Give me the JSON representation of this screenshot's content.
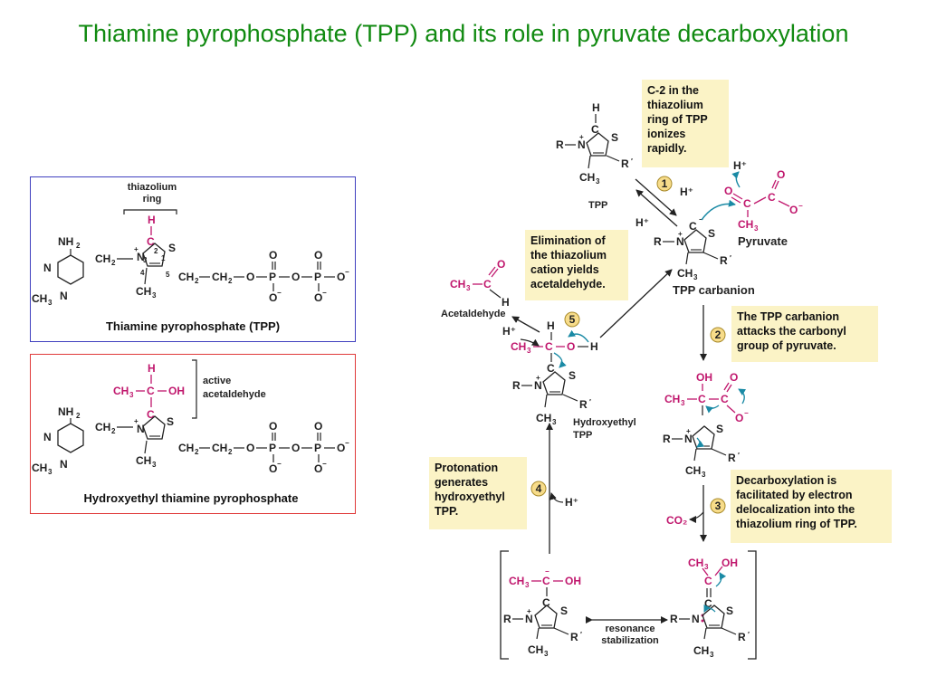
{
  "title": "Thiamine pyrophosphate (TPP) and its role in pyruvate decarboxylation",
  "colors": {
    "title": "#118a11",
    "box_fill": "#fbf3c6",
    "magenta": "#c0176d",
    "arrow_blue": "#1a8aa5",
    "frame_blue": "#3f3fbf",
    "frame_red": "#e03a3a"
  },
  "tpp_panel": {
    "ring_label_1": "thiazolium",
    "ring_label_2": "ring",
    "caption": "Thiamine pyrophosphate (TPP)"
  },
  "hetpp_panel": {
    "label_1": "active",
    "label_2": "acetaldehyde",
    "caption": "Hydroxyethyl thiamine pyrophosphate"
  },
  "notes": {
    "c2": [
      "C-2 in the",
      "thiazolium",
      "ring of TPP",
      "ionizes",
      "rapidly."
    ],
    "elimination": [
      "Elimination of",
      "the thiazolium",
      "cation yields",
      "acetaldehyde."
    ],
    "carbanion": [
      "The TPP carbanion",
      "attacks the carbonyl",
      "group of pyruvate."
    ],
    "decarboxylation": [
      "Decarboxylation is",
      "facilitated by electron",
      "delocalization into the",
      "thiazolium ring of TPP."
    ],
    "protonation": [
      "Protonation",
      "generates",
      "hydroxyethyl",
      "TPP."
    ]
  },
  "labels": {
    "tpp": "TPP",
    "tpp_carbanion": "TPP carbanion",
    "pyruvate": "Pyruvate",
    "acetaldehyde": "Acetaldehyde",
    "hydroxyethyl_tpp_1": "Hydroxyethyl",
    "hydroxyethyl_tpp_2": "TPP",
    "resonance_1": "resonance",
    "resonance_2": "stabilization",
    "co2": "CO₂",
    "h_plus": "H⁺"
  },
  "steps": [
    "1",
    "2",
    "3",
    "4",
    "5"
  ]
}
